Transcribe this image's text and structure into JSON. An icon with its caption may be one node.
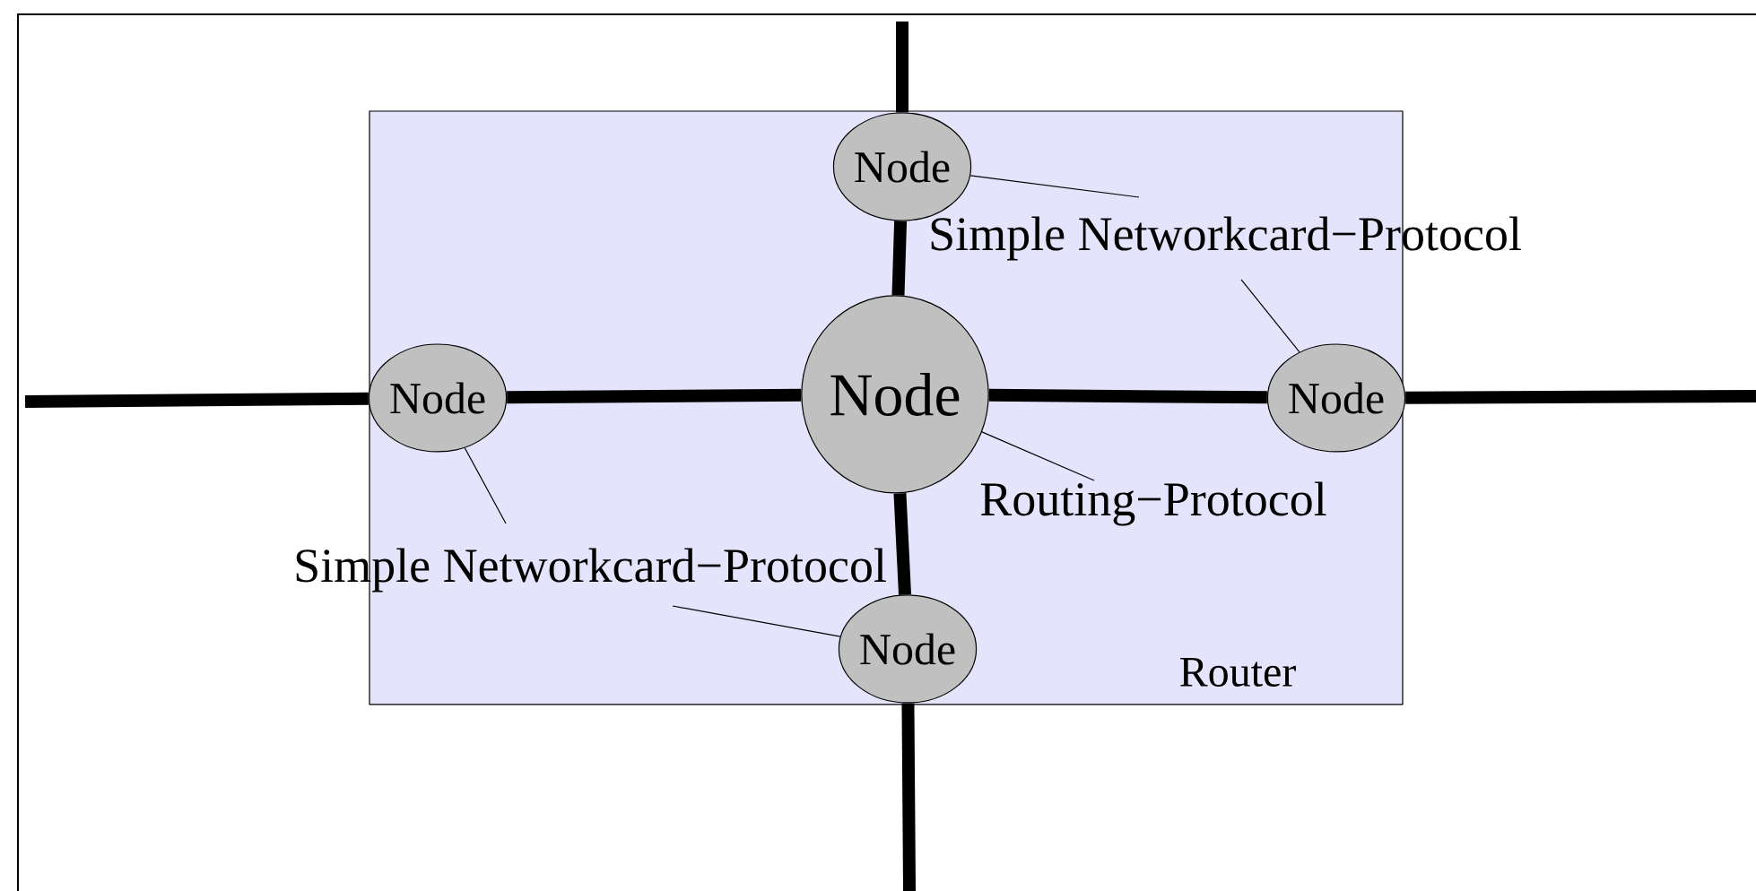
{
  "diagram": {
    "nodes": [
      {
        "text": [
          "Router"
        ]
      },
      {
        "text": [
          "Node"
        ],
        "in": 0
      },
      {
        "text": [
          "Node"
        ],
        "in": 0
      },
      {
        "text": [
          "Node"
        ],
        "in": 0
      },
      {
        "text": [
          "Node"
        ],
        "in": 0
      },
      {
        "text": [
          "Node"
        ],
        "in": 0
      },
      {
        "text": [
          "Simple Networkcard−Protocol"
        ]
      },
      {
        "text": [
          "Routing−Protocol"
        ],
        "in": 0
      },
      {
        "text": [
          "Simple Networkcard−Protocol"
        ]
      }
    ],
    "edges": [
      {
        "from": 1,
        "to": 2,
        "arrow": "none"
      },
      {
        "from": 1,
        "to": 3,
        "arrow": "none"
      },
      {
        "from": 1,
        "to": 4,
        "arrow": "none"
      },
      {
        "from": 1,
        "to": 5,
        "arrow": "none"
      },
      {
        "from": 2,
        "to": null,
        "arrow": "none"
      },
      {
        "from": 3,
        "to": null,
        "arrow": "none"
      },
      {
        "from": 4,
        "to": null,
        "arrow": "none"
      },
      {
        "from": 5,
        "to": null,
        "arrow": "none"
      },
      {
        "from": 6,
        "to": 2,
        "arrow": "none"
      },
      {
        "from": 6,
        "to": 4,
        "arrow": "none"
      },
      {
        "from": 7,
        "to": 1,
        "arrow": "none"
      },
      {
        "from": 8,
        "to": 3,
        "arrow": "none"
      },
      {
        "from": 8,
        "to": 5,
        "arrow": "none"
      }
    ]
  }
}
